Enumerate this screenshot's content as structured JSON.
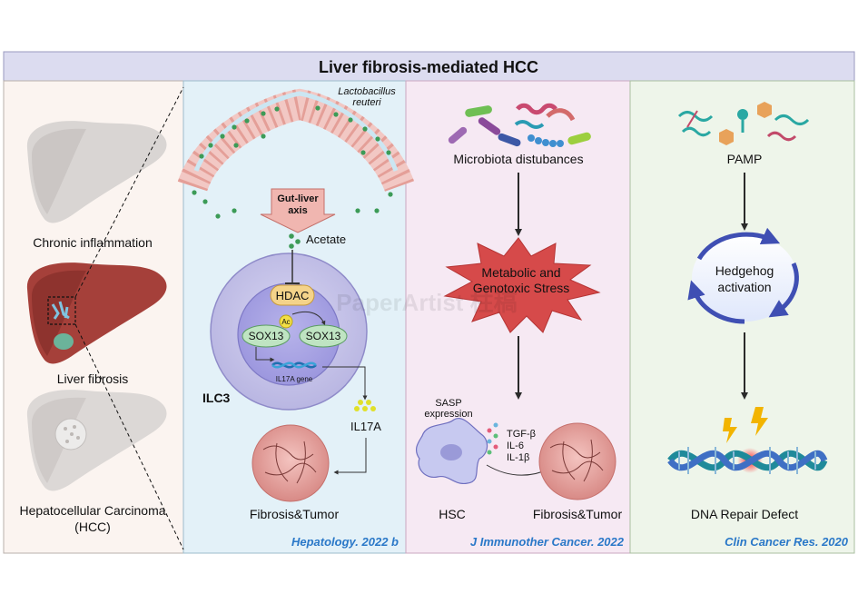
{
  "title": "Liver fibrosis-mediated HCC",
  "left_panel": {
    "stage1": "Chronic inflammation",
    "stage2": "Liver fibrosis",
    "stage3_line1": "Hepatocellular Carcinoma",
    "stage3_line2": "(HCC)"
  },
  "panel1": {
    "bacteria_line1": "Lactobacillus",
    "bacteria_line2": "reuteri",
    "gut_liver_line1": "Gut-liver",
    "gut_liver_line2": "axis",
    "acetate": "Acetate",
    "hdac": "HDAC",
    "ac": "Ac",
    "sox13_a": "SOX13",
    "sox13_b": "SOX13",
    "gene": "IL17A gene",
    "cell_label": "ILC3",
    "il17a": "IL17A",
    "outcome": "Fibrosis&Tumor",
    "citation": "Hepatology. 2022 b"
  },
  "panel2": {
    "microbiota": "Microbiota distubances",
    "stress_line1": "Metabolic and",
    "stress_line2": "Genotoxic Stress",
    "sasp_line1": "SASP",
    "sasp_line2": "expression",
    "cytokine1": "TGF-β",
    "cytokine2": "IL-6",
    "cytokine3": "IL-1β",
    "hsc": "HSC",
    "outcome": "Fibrosis&Tumor",
    "citation": "J Immunother Cancer. 2022"
  },
  "panel3": {
    "pamp": "PAMP",
    "hedgehog_line1": "Hedgehog",
    "hedgehog_line2": "activation",
    "outcome": "DNA Repair Defect",
    "citation": "Clin Cancer Res. 2020"
  },
  "watermark": "PaperArtist 柱稿",
  "colors": {
    "title_bar": "#dcdcf0",
    "left_bg": "#fbf4f0",
    "panel1_bg": "#e3f1f8",
    "panel2_bg": "#f6e9f3",
    "panel3_bg": "#eef5ea",
    "citation": "#2a78c8",
    "liver_red": "#a5403a",
    "stress_red": "#d64a4a",
    "cycle_blue": "#3f4fb3",
    "dna_teal": "#1f8a9a"
  }
}
